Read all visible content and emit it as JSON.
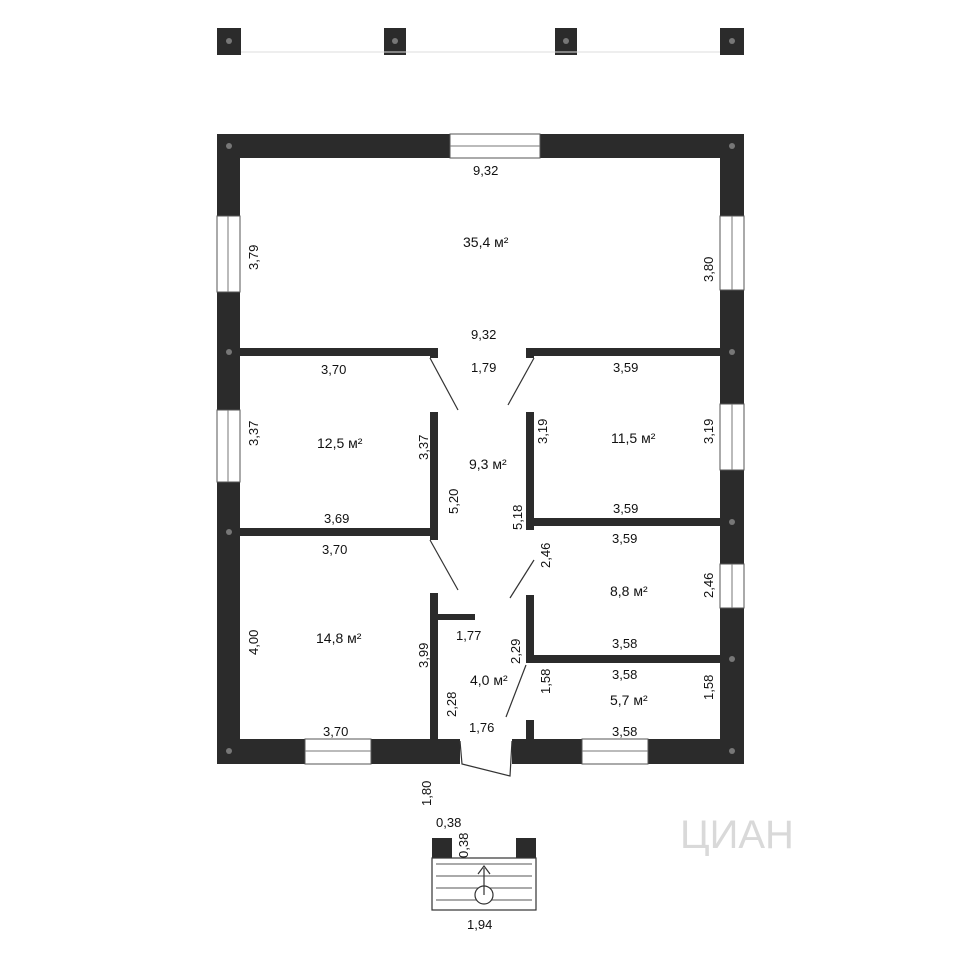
{
  "plan": {
    "rooms": [
      {
        "id": "living",
        "area": "35,4 м²"
      },
      {
        "id": "hall",
        "area": "9,3 м²"
      },
      {
        "id": "bedroom-left",
        "area": "12,5 м²"
      },
      {
        "id": "bedroom-right",
        "area": "11,5 м²"
      },
      {
        "id": "room-bottom-left",
        "area": "14,8 м²"
      },
      {
        "id": "room-right-middle",
        "area": "8,8 м²"
      },
      {
        "id": "bath",
        "area": "5,7 м²"
      },
      {
        "id": "entry",
        "area": "4,0 м²"
      }
    ],
    "dims": {
      "living_top": "9,32",
      "living_bottom": "9,32",
      "living_left": "3,79",
      "living_right": "3,80",
      "hall_top": "1,79",
      "hall_left": "5,20",
      "hall_right": "5,18",
      "bl_top": "3,70",
      "bl_left": "3,37",
      "bl_right": "3,37",
      "bl_bottom": "3,69",
      "br_top": "3,59",
      "br_left": "3,19",
      "br_right": "3,19",
      "br_bottom": "3,59",
      "rbl_top": "3,70",
      "rbl_left": "4,00",
      "rbl_right": "3,99",
      "rbl_bottom": "3,70",
      "rrm_top": "3,59",
      "rrm_left": "2,46",
      "rrm_right": "2,46",
      "rrm_bottom": "3,58",
      "bath_top": "3,58",
      "bath_left": "1,58",
      "bath_right": "1,58",
      "bath_bottom": "3,58",
      "entry_top": "1,77",
      "entry_right": "2,29",
      "entry_left": "2,28",
      "entry_bottom": "1,76",
      "porch_len": "1,80",
      "porch_a": "0,38",
      "porch_b": "0,38",
      "porch_width": "1,94"
    },
    "watermark": "ЦИАН"
  }
}
